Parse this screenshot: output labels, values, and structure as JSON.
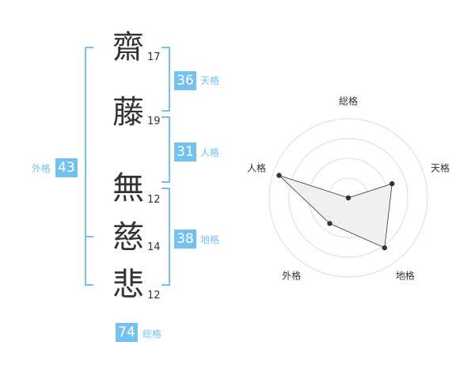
{
  "name_chars": [
    {
      "char": "齋",
      "strokes": "17"
    },
    {
      "char": "藤",
      "strokes": "19"
    },
    {
      "char": "無",
      "strokes": "12"
    },
    {
      "char": "慈",
      "strokes": "14"
    },
    {
      "char": "悲",
      "strokes": "12"
    }
  ],
  "kakusu": {
    "tenkaku": {
      "label": "天格",
      "value": "36"
    },
    "jinkaku": {
      "label": "人格",
      "value": "31"
    },
    "chikaku": {
      "label": "地格",
      "value": "38"
    },
    "gaikaku": {
      "label": "外格",
      "value": "43"
    },
    "soukaku": {
      "label": "総格",
      "value": "74"
    }
  },
  "colors": {
    "accent": "#74c1f0",
    "text": "#333333",
    "grid": "#dddddd",
    "fill": "#eeeeee"
  },
  "chart_data": {
    "type": "radar",
    "axes": [
      "総格",
      "天格",
      "地格",
      "外格",
      "人格"
    ],
    "values": [
      0.0,
      0.58,
      0.78,
      0.4,
      0.92
    ],
    "max": 1.0,
    "rings": 4
  }
}
